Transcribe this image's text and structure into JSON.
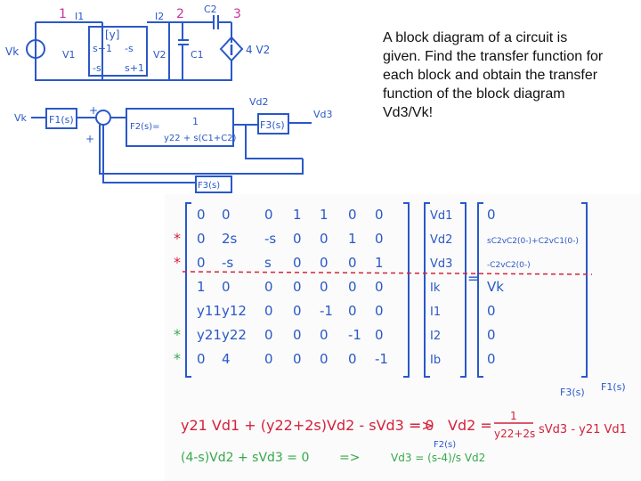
{
  "question": {
    "text": "A block diagram of a circuit is given. Find the transfer function for each block and obtain the transfer function of the block diagram Vd3/Vk!"
  },
  "circuit": {
    "node_labels": [
      "1",
      "2",
      "3"
    ],
    "current_labels": [
      "I1",
      "I2"
    ],
    "cap_labels": [
      "C2",
      "C1"
    ],
    "source_label": "Vk",
    "voltage_labels": [
      "V1",
      "V2"
    ],
    "matrix_title": "[y]",
    "matrix_cells": [
      "s+1",
      "-s",
      "-s",
      "s+1"
    ],
    "dep_source": "4 V2"
  },
  "block_diagram": {
    "input_label": "Vk",
    "output_label": "Vd3",
    "mid_label": "Vd2",
    "f1": "F1(s)",
    "f2_lhs": "F2(s)=",
    "f2_num": "1",
    "f2_den": "y22 + s(C1+C2)",
    "f3": "F3(s)",
    "fb": "F3(s)",
    "sign_plus_top": "+",
    "sign_plus_bottom": "+"
  },
  "matrix": {
    "rows": [
      {
        "marker": "",
        "cells": [
          "0",
          "0",
          "0",
          "1",
          "1",
          "0",
          "0"
        ]
      },
      {
        "marker": "*",
        "cells": [
          "0",
          "2s",
          "-s",
          "0",
          "0",
          "1",
          "0"
        ]
      },
      {
        "marker": "*",
        "cells": [
          "0",
          "-s",
          "s",
          "0",
          "0",
          "0",
          "1"
        ]
      },
      {
        "marker": "",
        "cells": [
          "1",
          "0",
          "0",
          "0",
          "0",
          "0",
          "0"
        ]
      },
      {
        "marker": "",
        "cells": [
          "y11",
          "y12",
          "0",
          "0",
          "-1",
          "0",
          "0"
        ]
      },
      {
        "marker": "*",
        "cells": [
          "y21",
          "y22",
          "0",
          "0",
          "0",
          "-1",
          "0"
        ]
      },
      {
        "marker": "*",
        "cells": [
          "0",
          "4",
          "0",
          "0",
          "0",
          "0",
          "-1"
        ]
      }
    ],
    "unknowns": [
      "Vd1",
      "Vd2",
      "Vd3",
      "Ik",
      "I1",
      "I2",
      "Ib"
    ],
    "rhs": [
      "0",
      "sC2vC2(0-)+C2vC1(0-)",
      "-C2vC2(0-)",
      "Vk",
      "0",
      "0",
      "0"
    ],
    "equals": "="
  },
  "equations": {
    "eq1": "y21 Vd1 + (y22+2s)Vd2 - sVd3 = 0",
    "arrow1": "=>",
    "eq1_result_lhs": "Vd2 =",
    "eq1_num": "1",
    "eq1_den": "y22+2s",
    "eq1_bracket": "sVd3 - y21 Vd1",
    "ann_f3": "F3(s)",
    "ann_f1": "F1(s)",
    "eq2": "(4-s)Vd2 + sVd3 = 0",
    "arrow2": "=>",
    "eq2_result": "Vd3 = (s-4)/s Vd2",
    "ann_f2": "F2(s)"
  }
}
